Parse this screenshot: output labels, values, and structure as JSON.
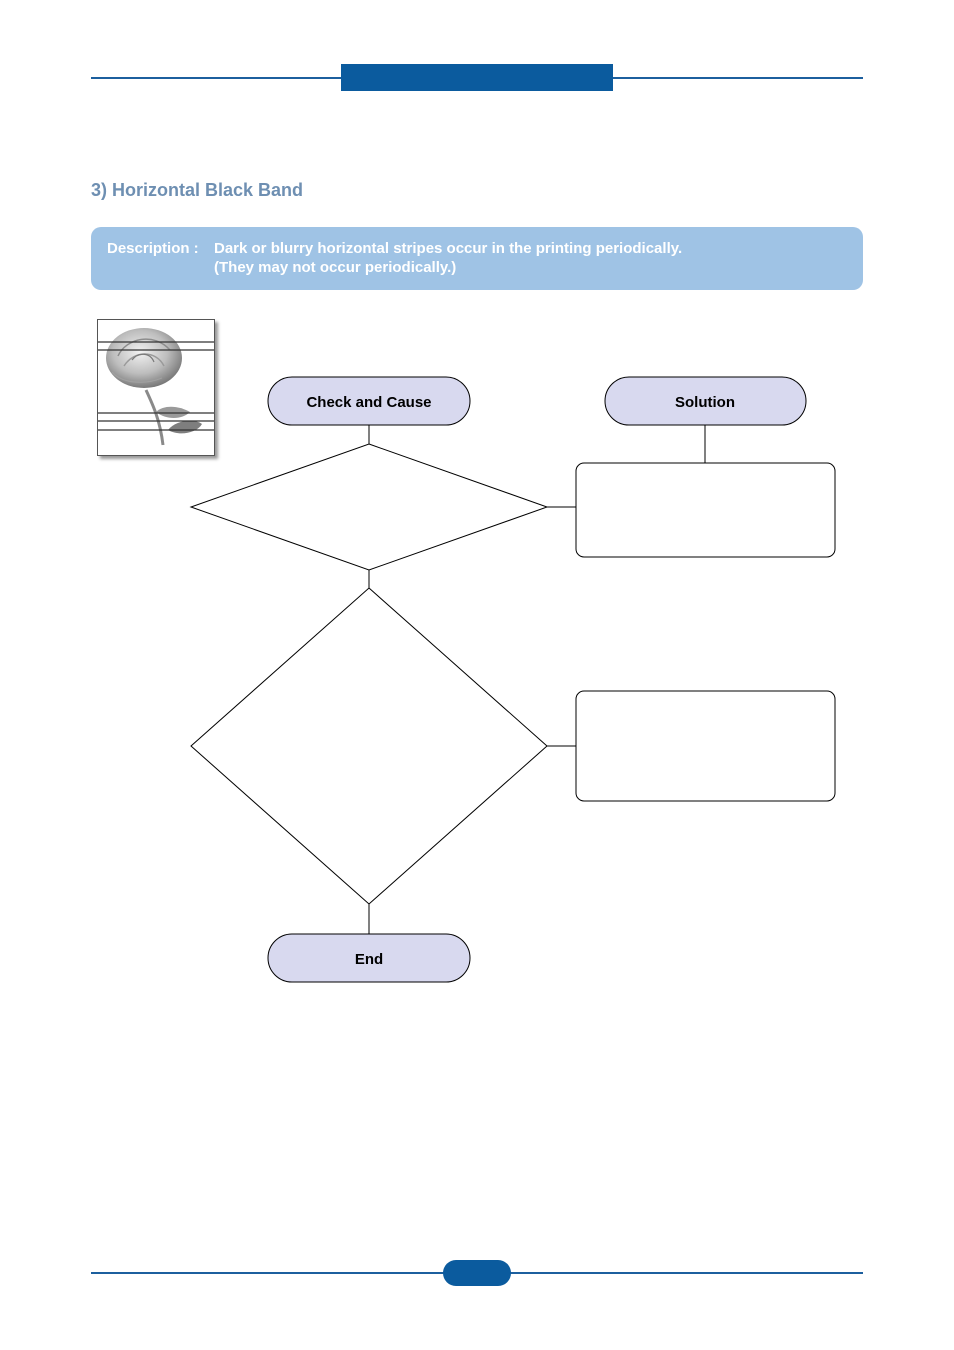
{
  "section": {
    "title": "3) Horizontal Black Band"
  },
  "description": {
    "label": "Description :",
    "line1": "Dark or blurry horizontal stripes occur in the printing periodically.",
    "line2": "(They may not occur periodically.)"
  },
  "flowchart": {
    "check_label": "Check and Cause",
    "solution_label": "Solution",
    "end_label": "End"
  },
  "colors": {
    "accent": "#0b5b9e",
    "description_bg": "#9fc3e5",
    "terminal_fill": "#d8d9ef",
    "title_color": "#6e8fb2"
  }
}
